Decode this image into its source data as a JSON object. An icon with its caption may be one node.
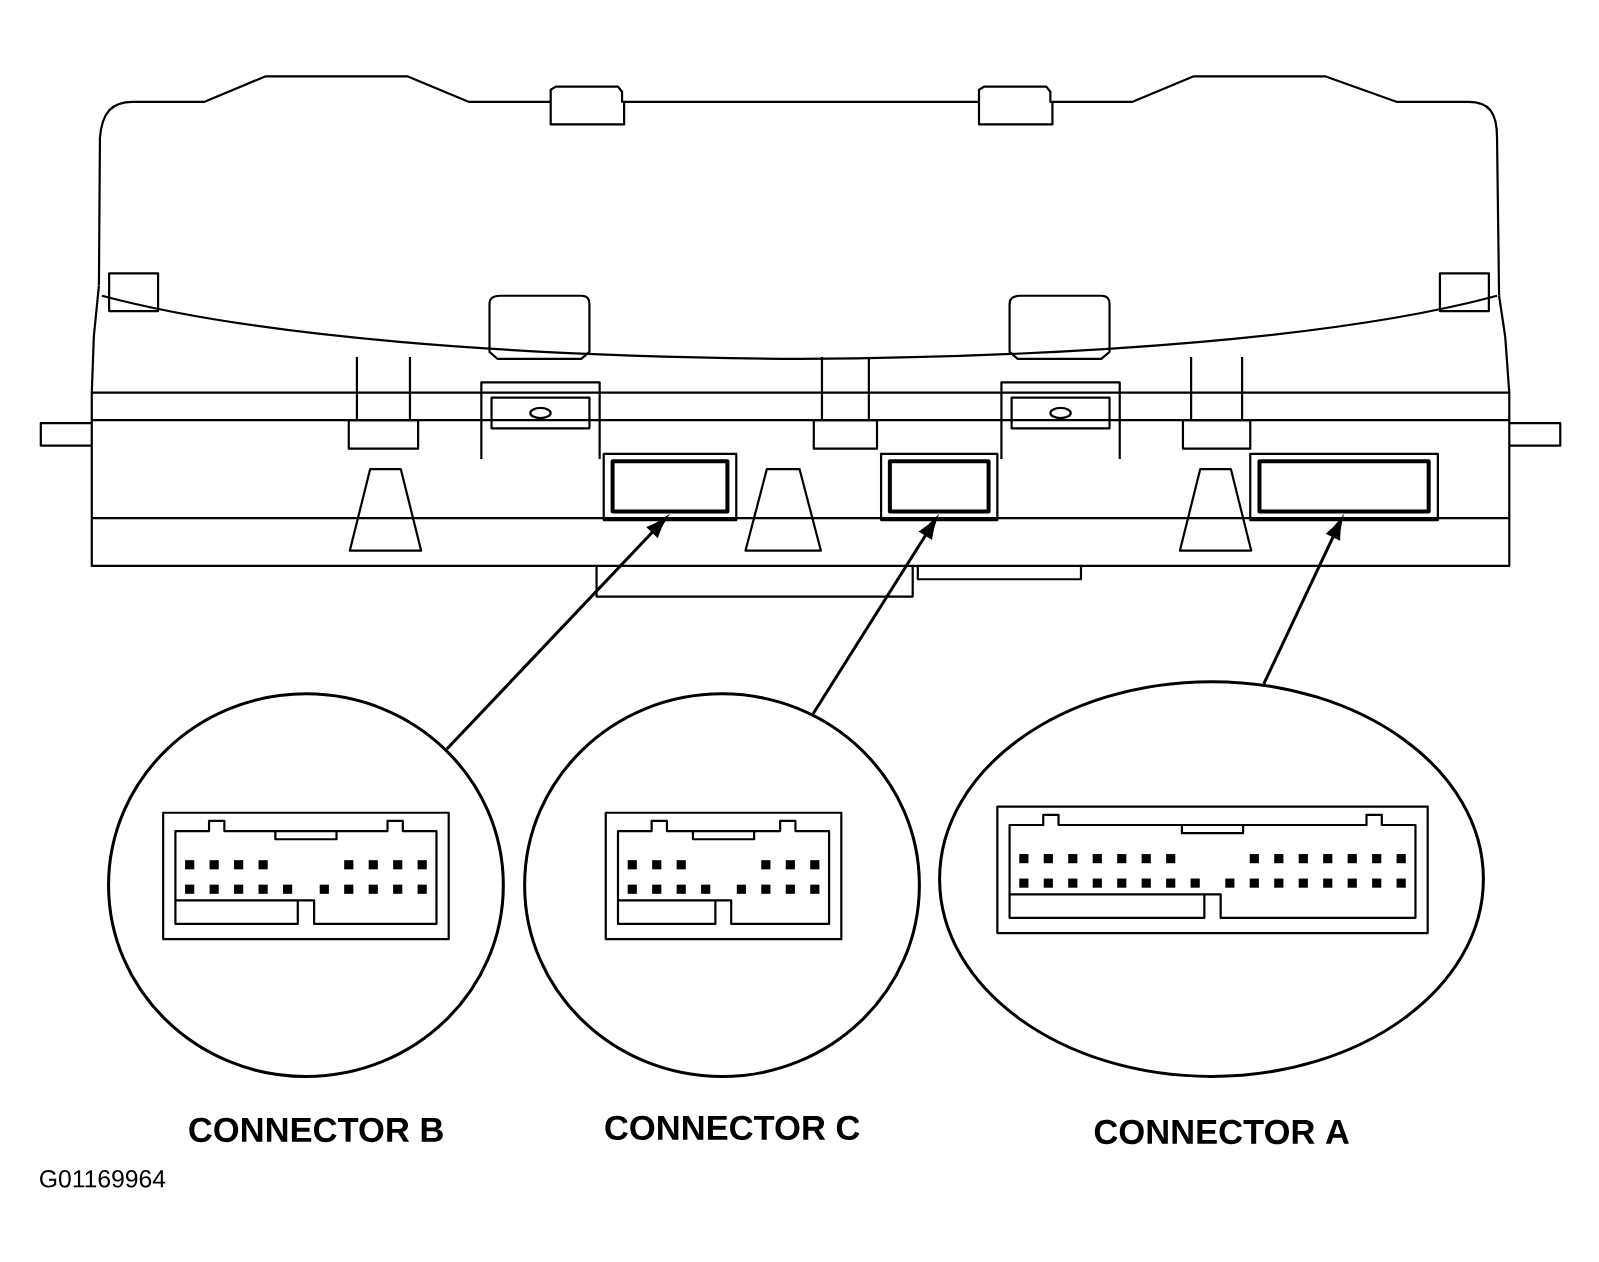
{
  "diagram": {
    "nodes": [
      {
        "text": [],
        "shape": "box"
      },
      {
        "text": [],
        "shape": "box"
      },
      {
        "text": [],
        "shape": "box"
      },
      {
        "text": [
          "CONNECTOR B"
        ]
      },
      {
        "text": [
          "CONNECTOR C"
        ]
      },
      {
        "text": [
          "CONNECTOR A"
        ]
      }
    ],
    "edges": [
      {
        "from": 3,
        "to": 0,
        "arrow": "to"
      },
      {
        "from": 4,
        "to": 1,
        "arrow": "to"
      },
      {
        "from": 5,
        "to": 2,
        "arrow": "to"
      }
    ],
    "labels": [
      "G01169964"
    ]
  }
}
